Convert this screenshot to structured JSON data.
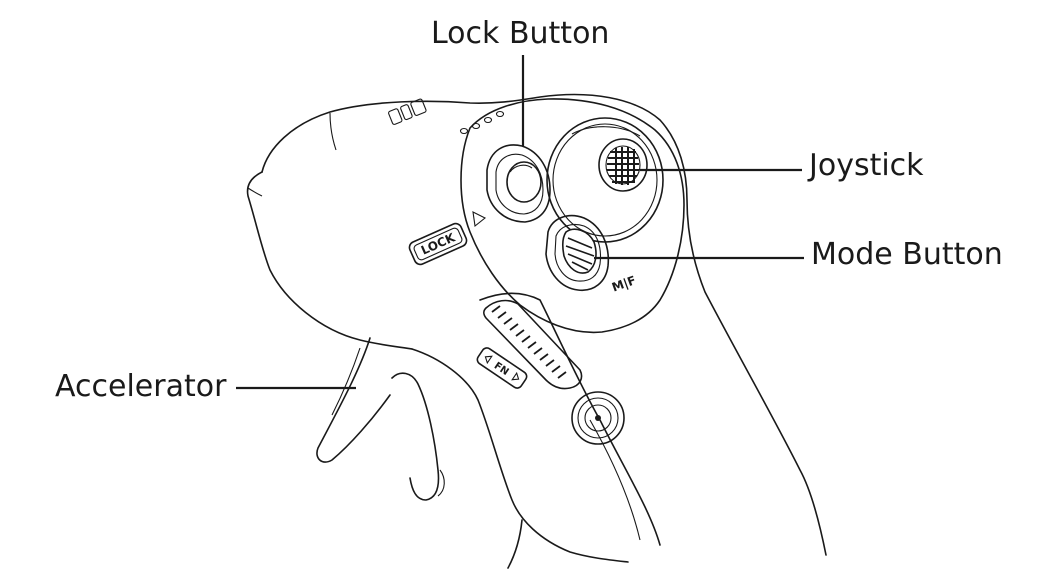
{
  "callouts": {
    "lock_button": "Lock Button",
    "joystick": "Joystick",
    "mode_button": "Mode Button",
    "accelerator": "Accelerator"
  },
  "device_markings": {
    "lock": "LOCK",
    "fn": "FN",
    "mode_symbol": "M|F"
  }
}
